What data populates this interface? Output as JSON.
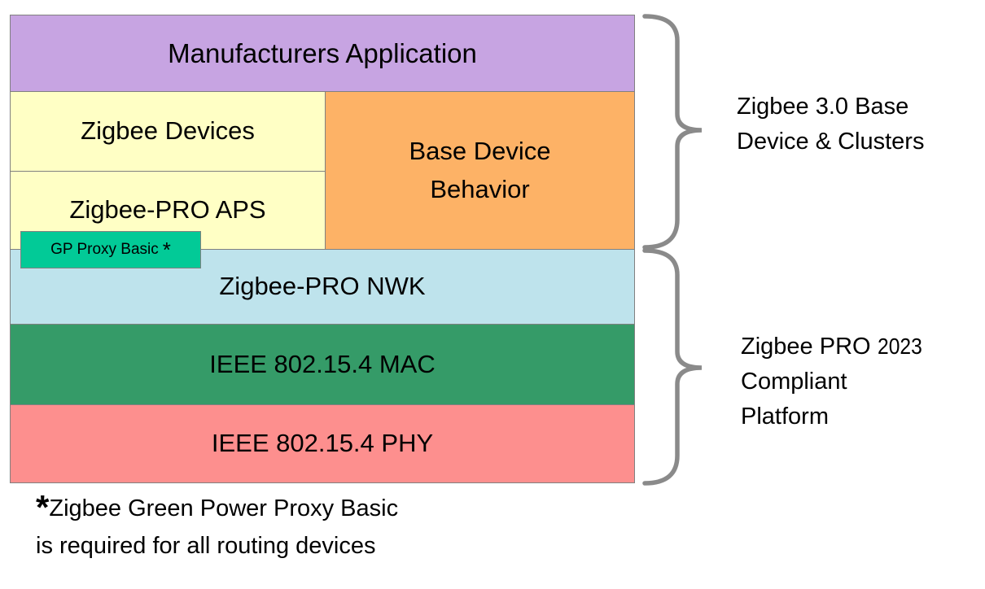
{
  "layers": {
    "manufacturers_application": {
      "label": "Manufacturers Application",
      "color": "#c7a4e2"
    },
    "zigbee_devices": {
      "label": "Zigbee Devices",
      "color": "#ffffc5"
    },
    "zigbee_pro_aps": {
      "label": "Zigbee-PRO APS",
      "color": "#ffffc5"
    },
    "base_device_behavior": {
      "label": "Base Device Behavior",
      "color": "#fdb266"
    },
    "gp_proxy_basic": {
      "label": "GP Proxy Basic",
      "footnote_marker": "*",
      "color": "#02ca97"
    },
    "zigbee_pro_nwk": {
      "label": "Zigbee-PRO NWK",
      "color": "#bee3ec"
    },
    "ieee_802_15_4_mac": {
      "label": "IEEE 802.15.4 MAC",
      "color": "#359b68"
    },
    "ieee_802_15_4_phy": {
      "label": "IEEE 802.15.4 PHY",
      "color": "#fd8f8e"
    }
  },
  "annotations": {
    "brace_color": "#8a8a8a",
    "zigbee30": {
      "line1": "Zigbee 3.0 Base",
      "line2": "Device & Clusters"
    },
    "zigbeepro": {
      "line1_text": "Zigbee PRO ",
      "line1_year": "2023",
      "line2": "Compliant",
      "line3": "Platform"
    }
  },
  "footnote": {
    "marker": "*",
    "line1": "Zigbee Green Power Proxy Basic",
    "line2": "is required for all routing devices"
  }
}
